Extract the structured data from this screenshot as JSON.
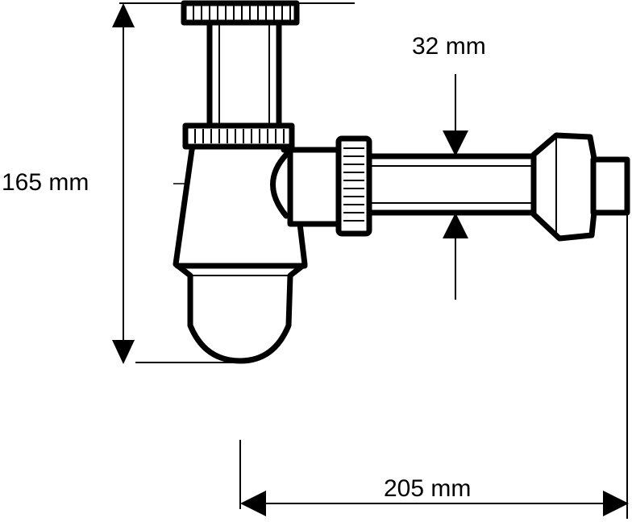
{
  "diagram": {
    "dimensions": {
      "height_label": "165 mm",
      "pipe_diameter_label": "32 mm",
      "width_label": "205 mm"
    }
  }
}
